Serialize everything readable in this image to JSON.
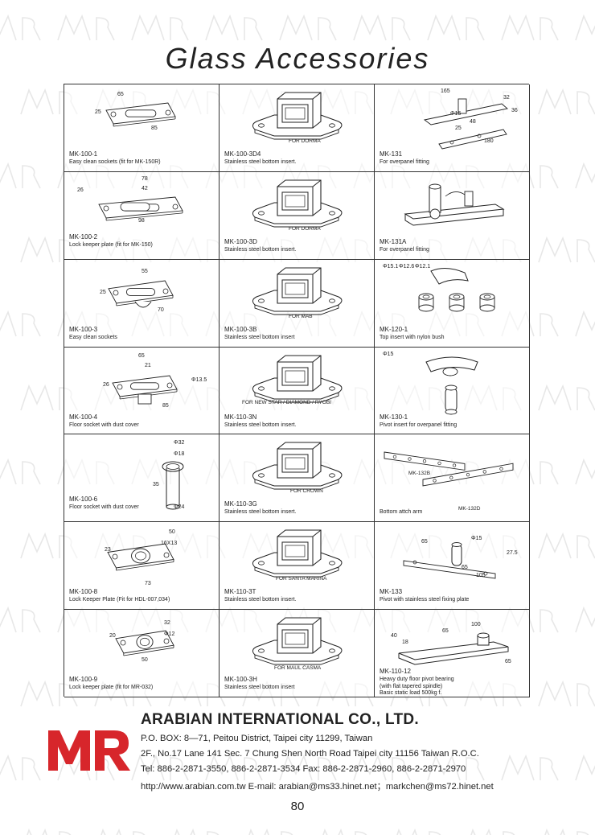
{
  "title": "Glass Accessories",
  "products": [
    {
      "code": "MK-100-1",
      "desc": [
        "Easy clean sockets (fit for MK-150R)"
      ],
      "labels": [],
      "dims": [
        "65",
        "25",
        "85"
      ]
    },
    {
      "code": "MK-100-3D4",
      "desc": [
        "Stainless steel bottom insert."
      ],
      "labels": [
        "FOR DORMA"
      ],
      "dims": []
    },
    {
      "code": "MK-131",
      "desc": [
        "For overpanel fitting"
      ],
      "labels": [],
      "dims": [
        "165",
        "Φ15",
        "32",
        "36",
        "48",
        "25",
        "180"
      ]
    },
    {
      "code": "MK-100-2",
      "desc": [
        "Lock keeper plate (fit for MK-150)"
      ],
      "labels": [],
      "dims": [
        "78",
        "42",
        "26",
        "98"
      ]
    },
    {
      "code": "MK-100-3D",
      "desc": [
        "Stainless steel bottom insert."
      ],
      "labels": [
        "FOR DORMA"
      ],
      "dims": []
    },
    {
      "code": "MK-131A",
      "desc": [
        "For overpanel fitting"
      ],
      "labels": [],
      "dims": []
    },
    {
      "code": "MK-100-3",
      "desc": [
        "Easy clean sockets"
      ],
      "labels": [],
      "dims": [
        "55",
        "25",
        "70"
      ]
    },
    {
      "code": "MK-100-3B",
      "desc": [
        "Stainless steel bottom insert"
      ],
      "labels": [
        "FOR MAB"
      ],
      "dims": []
    },
    {
      "code": "MK-120-1",
      "desc": [
        "Top insert with nylon bush"
      ],
      "labels": [],
      "dims": [
        "Φ15.1",
        "Φ12.6",
        "Φ12.1"
      ]
    },
    {
      "code": "MK-100-4",
      "desc": [
        "Floor socket with dust cover"
      ],
      "labels": [],
      "dims": [
        "65",
        "21",
        "26",
        "Φ13.5",
        "85"
      ]
    },
    {
      "code": "MK-110-3N",
      "desc": [
        "Stainless steel bottom insert."
      ],
      "labels": [
        "FOR NEW STAR / DIAMOND / RYOBI"
      ],
      "dims": []
    },
    {
      "code": "MK-130-1",
      "desc": [
        "Pivot insert for overpanel fitting"
      ],
      "labels": [],
      "dims": [
        "Φ15"
      ]
    },
    {
      "code": "MK-100-6",
      "desc": [
        "Floor socket with dust cover"
      ],
      "labels": [],
      "dims": [
        "Φ32",
        "Φ18",
        "35",
        "Φ24"
      ]
    },
    {
      "code": "MK-110-3G",
      "desc": [
        "Stainless steel bottom insert."
      ],
      "labels": [
        "FOR CROWN"
      ],
      "dims": []
    },
    {
      "code": "",
      "desc": [
        "Bottom attch arm"
      ],
      "labels": [
        "MK-132B",
        "MK-132D"
      ],
      "dims": []
    },
    {
      "code": "MK-100-8",
      "desc": [
        "Lock Keeper Plate    (Fit for HDL-007,034)"
      ],
      "labels": [],
      "dims": [
        "50",
        "16X13",
        "23",
        "73"
      ]
    },
    {
      "code": "MK-110-3T",
      "desc": [
        "Stainless steel bottom insert."
      ],
      "labels": [
        "FOR SANTA MARINA"
      ],
      "dims": []
    },
    {
      "code": "MK-133",
      "desc": [
        "Pivot with stainless steel fixing plate"
      ],
      "labels": [],
      "dims": [
        "65",
        "Φ15",
        "27.5",
        "65",
        "105"
      ]
    },
    {
      "code": "MK-100-9",
      "desc": [
        "Lock keeper plate (fit for MR-032)"
      ],
      "labels": [],
      "dims": [
        "32",
        "Φ12",
        "20",
        "50"
      ]
    },
    {
      "code": "MK-100-3H",
      "desc": [
        "Stainless steel bottom insert"
      ],
      "labels": [
        "FOR MAUL CASMA"
      ],
      "dims": []
    },
    {
      "code": "MK-110-12",
      "desc": [
        "Heavy duty floor pivot bearing",
        "(with flat tapered spindle)",
        "Basic static load 500kg f."
      ],
      "labels": [],
      "dims": [
        "100",
        "65",
        "40",
        "18",
        "65"
      ]
    }
  ],
  "company": {
    "logo": "MR",
    "name": "ARABIAN INTERNATIONAL CO., LTD.",
    "address1": "P.O. BOX: 8—71, Peitou District, Taipei city 11299, Taiwan",
    "address2": "2F., No.17 Lane 141 Sec. 7 Chung Shen North Road Taipei city 11156 Taiwan R.O.C.",
    "tel": "Tel: 886-2-2871-3550, 886-2-2871-3534  Fax: 886-2-2871-2960, 886-2-2871-2970",
    "web": "http://www.arabian.com.tw     E-mail: arabian@ms33.hinet.net；markchen@ms72.hinet.net"
  },
  "page_number": "80",
  "colors": {
    "logo_red": "#d7262b",
    "ink": "#222222",
    "watermark": "#e6e6e6"
  }
}
